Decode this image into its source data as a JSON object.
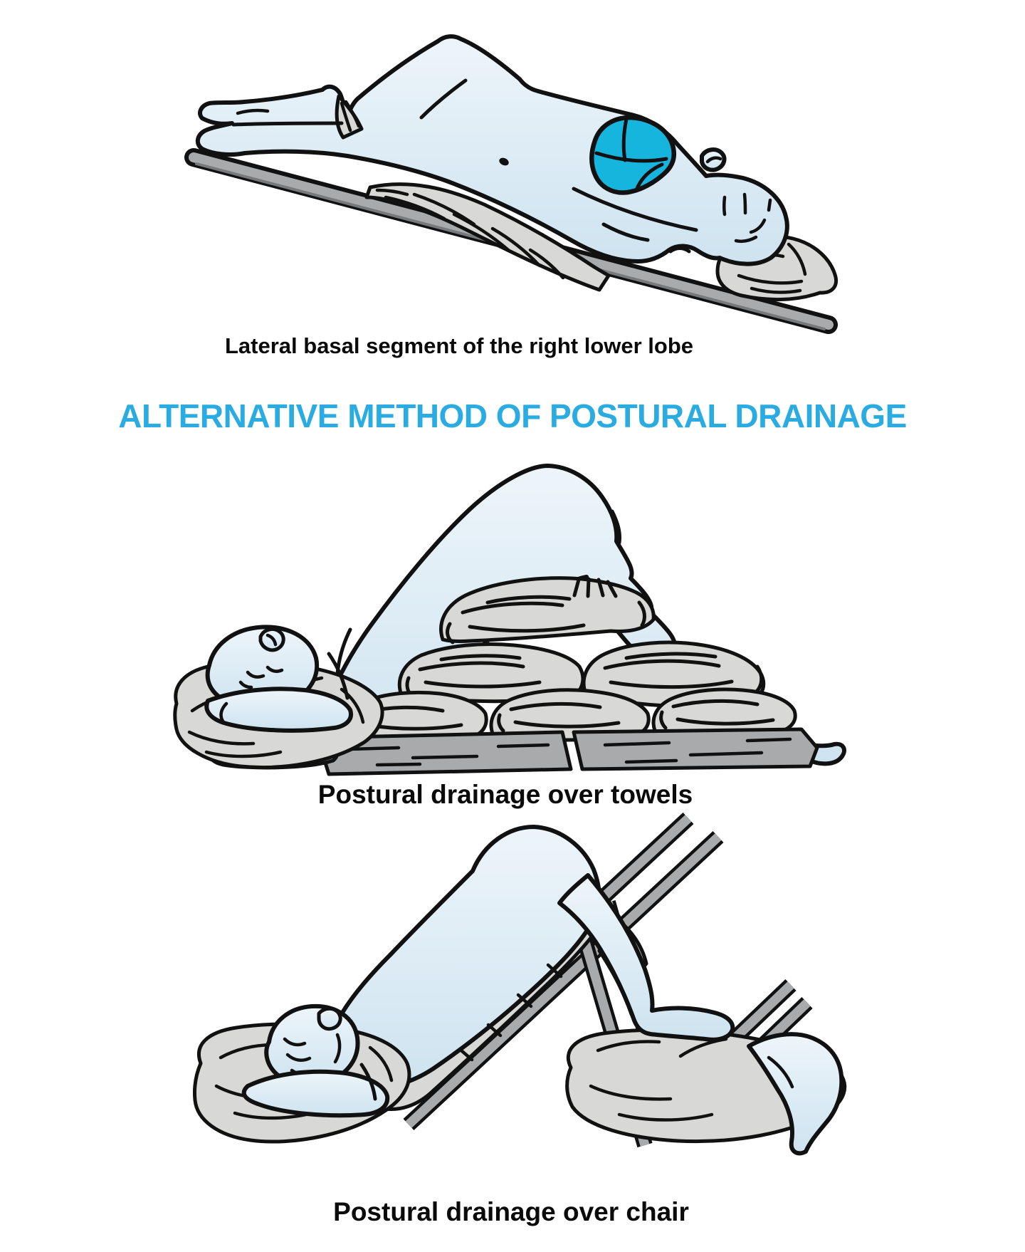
{
  "heading": "ALTERNATIVE METHOD OF POSTURAL DRAINAGE",
  "captions": {
    "lateral_basal": "Lateral basal segment of the right lower lobe",
    "towels": "Postural drainage over towels",
    "chair": "Postural drainage over chair"
  },
  "colors": {
    "heading_cyan": "#2AACE2",
    "highlight_cyan": "#16B5DE",
    "caption_black": "#0A0A0A",
    "outline_black": "#111111",
    "body_blue_top": "#EDF5FA",
    "body_blue_bottom": "#CEE3F0",
    "towel_gray": "#D8D9D7",
    "board_gray": "#A8AAAC",
    "board_dark": "#77797C",
    "background": "#FFFFFF"
  }
}
